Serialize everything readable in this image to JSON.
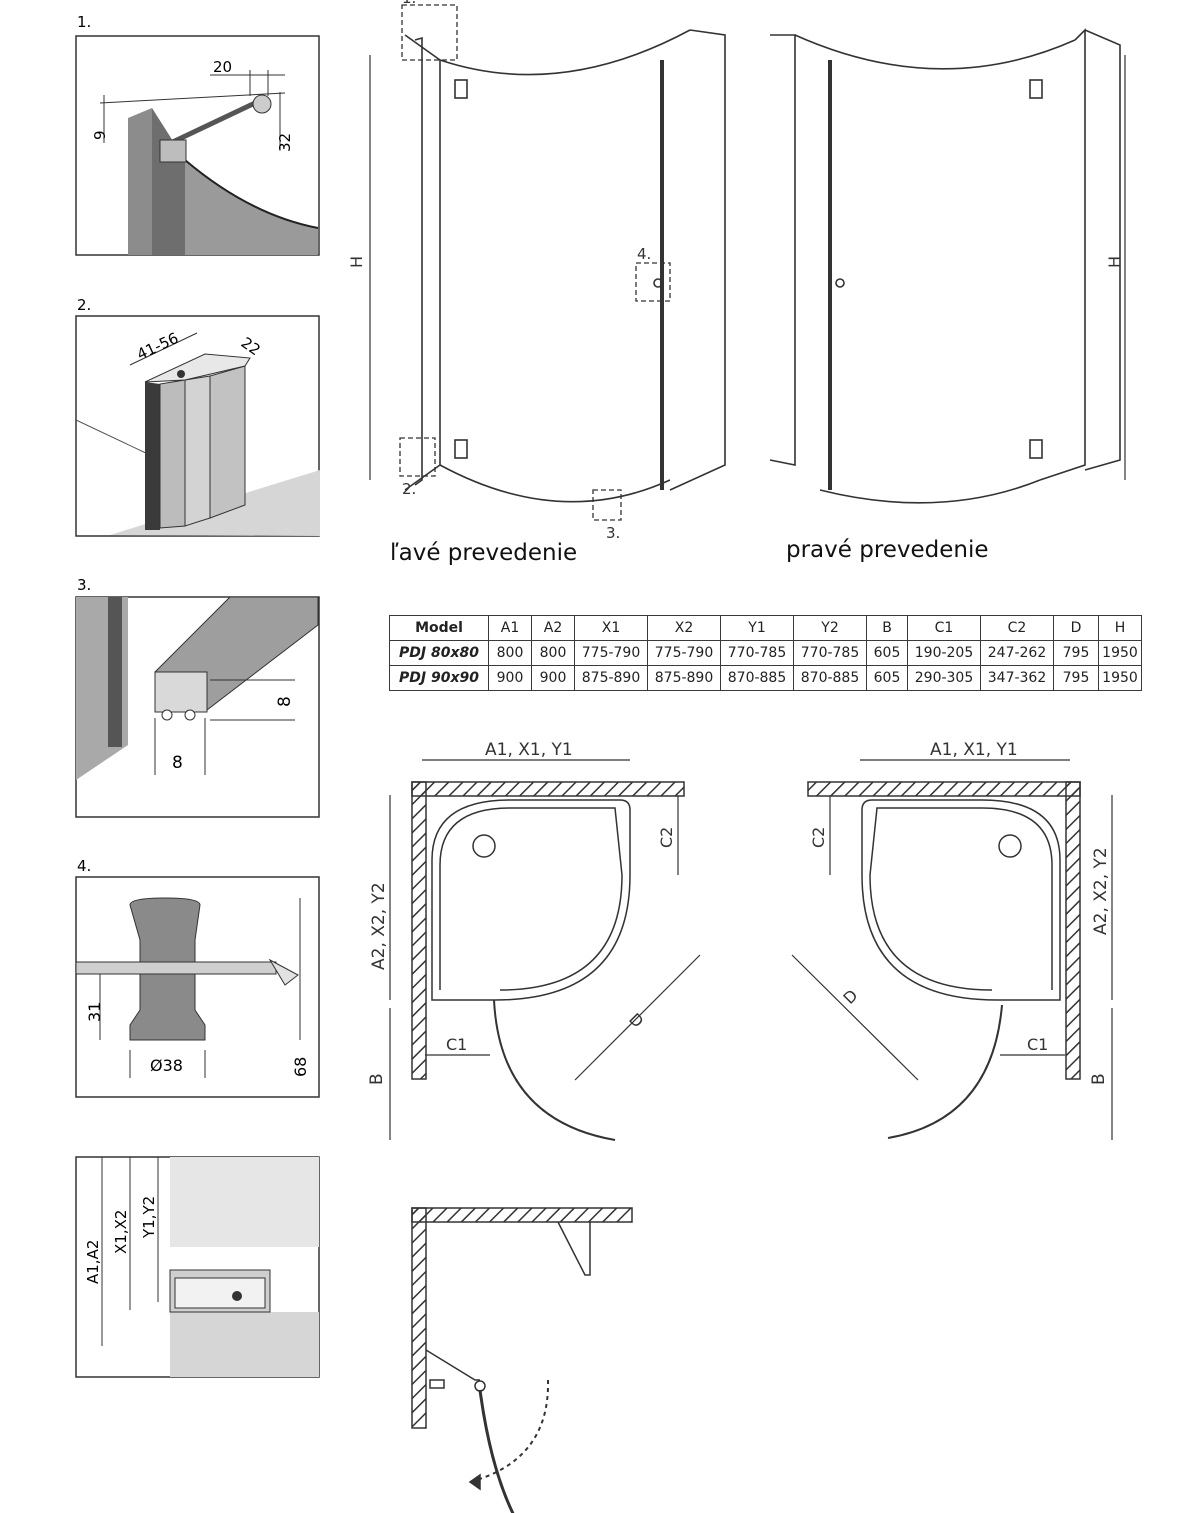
{
  "panels": {
    "p1": {
      "number": "1.",
      "dims": [
        "20",
        "9",
        "32"
      ]
    },
    "p2": {
      "number": "2.",
      "dims": [
        "41-56",
        "22"
      ]
    },
    "p3": {
      "number": "3.",
      "dims": [
        "8",
        "8"
      ]
    },
    "p4": {
      "number": "4.",
      "dims": [
        "31",
        "Ø38",
        "68"
      ]
    },
    "p5": {
      "dims": [
        "A1,A2",
        "X1,X2",
        "Y1,Y2"
      ]
    }
  },
  "elevation": {
    "left_caption": "ľavé prevedenie",
    "right_caption": "pravé prevedenie",
    "height_label": "H",
    "callouts": [
      "1.",
      "2.",
      "3.",
      "4."
    ]
  },
  "spec_table": {
    "headers": [
      "Model",
      "A1",
      "A2",
      "X1",
      "X2",
      "Y1",
      "Y2",
      "B",
      "C1",
      "C2",
      "D",
      "H"
    ],
    "rows": [
      [
        "PDJ 80x80",
        "800",
        "800",
        "775-790",
        "775-790",
        "770-785",
        "770-785",
        "605",
        "190-205",
        "247-262",
        "795",
        "1950"
      ],
      [
        "PDJ 90x90",
        "900",
        "900",
        "875-890",
        "875-890",
        "870-885",
        "870-885",
        "605",
        "290-305",
        "347-362",
        "795",
        "1950"
      ]
    ]
  },
  "plan": {
    "top_dim": "A1, X1, Y1",
    "side_dim": "A2, X2, Y2",
    "labels": [
      "C1",
      "C2",
      "D",
      "B"
    ]
  }
}
